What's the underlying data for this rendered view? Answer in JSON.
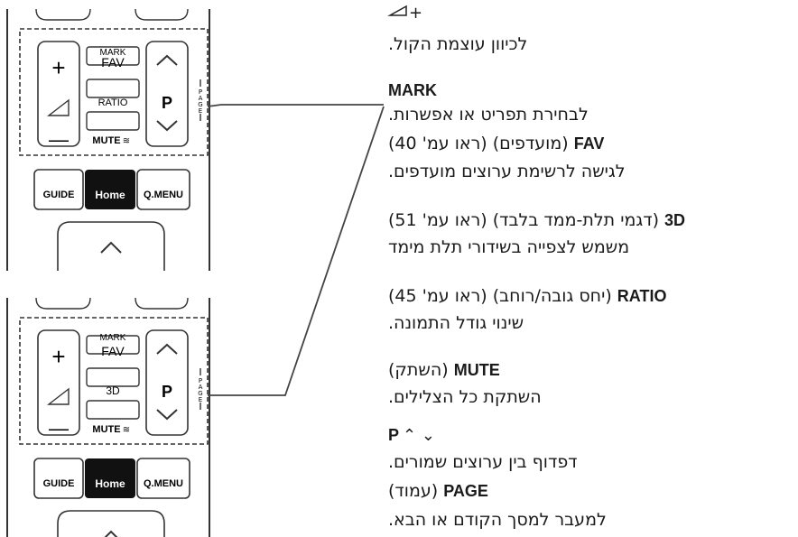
{
  "remote": {
    "mark": "MARK",
    "fav": "FAV",
    "ratio": "RATIO",
    "mute": "MUTE",
    "three_d": "3D",
    "p": "P",
    "page_letters": [
      "P",
      "A",
      "G",
      "E"
    ],
    "guide": "GUIDE",
    "home": "Home",
    "qmenu": "Q.MENU",
    "plus": "+",
    "minus": "—"
  },
  "desc": {
    "vol_plus": "+",
    "vol_text": "לכיוון עוצמת הקול.",
    "mark_label": "MARK",
    "mark_text": "לבחירת תפריט או אפשרות.",
    "fav_label": "FAV",
    "fav_text": "(מועדפים) (ראו עמ' 40)",
    "fav_text2": "לגישה לרשימת ערוצים  מועדפים.",
    "three_d_label": "3D",
    "three_d_text": "(דגמי תלת-ממד בלבד) (ראו עמ' 51)",
    "three_d_text2": "משמש לצפייה בשידורי תלת מימד",
    "ratio_label": "RATIO",
    "ratio_text": "(יחס גובה/רוחב) (ראו עמ' 45)",
    "ratio_text2": "שינוי גודל התמונה.",
    "mute_label": "MUTE",
    "mute_text": "(השתק)",
    "mute_text2": "השתקת כל הצלילים.",
    "p_label": "P",
    "p_arrows": "⌃ ⌄",
    "p_text": "דפדוף בין ערוצים שמורים.",
    "page_label": "PAGE",
    "page_text": "(עמוד)",
    "page_text2": "למעבר למסך הקודם או הבא."
  }
}
